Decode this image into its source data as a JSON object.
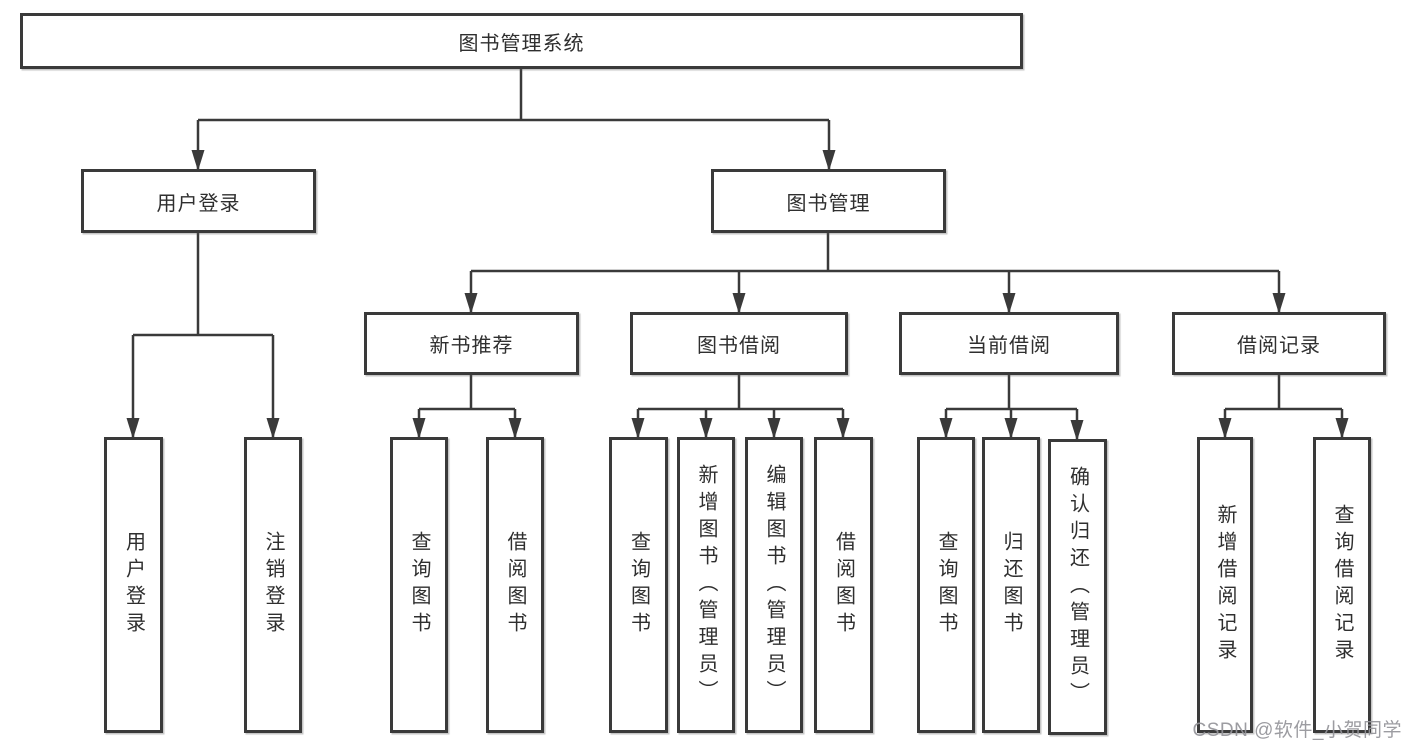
{
  "diagram": {
    "title": "图书管理系统",
    "nodes": {
      "root": "图书管理系统",
      "user_login": "用户登录",
      "book_mgmt": "图书管理",
      "new_book": "新书推荐",
      "book_borrow": "图书借阅",
      "current_borrow": "当前借阅",
      "borrow_record": "借阅记录"
    },
    "leaves": {
      "user_login_1": "用户登录",
      "user_login_2": "注销登录",
      "new_book_1": "查询图书",
      "new_book_2": "借阅图书",
      "book_borrow_1": "查询图书",
      "book_borrow_2": "新增图书（管理员）",
      "book_borrow_3": "编辑图书（管理员）",
      "book_borrow_4": "借阅图书",
      "current_borrow_1": "查询图书",
      "current_borrow_2": "归还图书",
      "current_borrow_3": "确认归还（管理员）",
      "borrow_record_1": "新增借阅记录",
      "borrow_record_2": "查询借阅记录"
    },
    "colors": {
      "line": "#3a3a3a",
      "box_border": "#3a3a3a",
      "box_fill": "#ffffff",
      "text": "#2f2f2f",
      "background": "#ffffff"
    }
  },
  "watermark": {
    "text": "CSDN @软件_小贺同学",
    "color": "#94949980"
  }
}
